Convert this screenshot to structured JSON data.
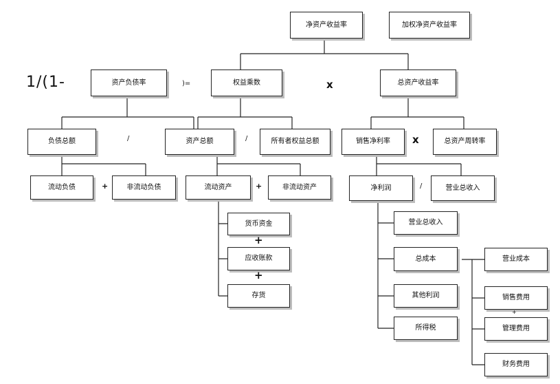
{
  "nodes": {
    "roe": "净资产收益率",
    "weighted_roe": "加权净资产收益率",
    "debt_ratio": "资产负债率",
    "equity_multiplier": "权益乘数",
    "roa": "总资产收益率",
    "total_liabilities": "负债总额",
    "total_assets": "资产总额",
    "owner_equity": "所有者权益总额",
    "net_margin": "销售净利率",
    "asset_turnover": "总资产周转率",
    "current_liabilities": "流动负债",
    "noncurrent_liabilities": "非流动负债",
    "current_assets": "流动资产",
    "noncurrent_assets": "非流动资产",
    "net_profit": "净利润",
    "total_revenue": "营业总收入",
    "cash": "货币资金",
    "receivables": "应收账款",
    "inventory": "存货",
    "revenue_sub": "营业总收入",
    "total_cost": "总成本",
    "other_profit": "其他利润",
    "income_tax": "所得税",
    "operating_cost": "营业成本",
    "selling_expense": "销售费用",
    "admin_expense": "管理费用",
    "finance_expense": "财务费用"
  },
  "operators": {
    "formula_prefix": "1/(1-",
    "formula_suffix": ")=",
    "times": "x",
    "div": "/",
    "plus": "+"
  }
}
